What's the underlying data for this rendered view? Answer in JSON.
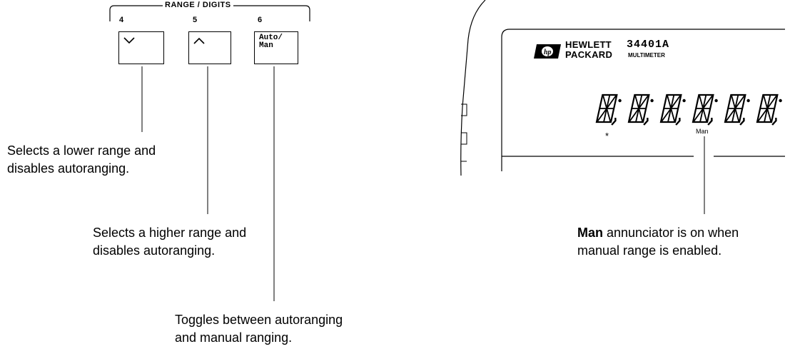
{
  "keypad": {
    "group_label": "RANGE / DIGITS",
    "keys": [
      {
        "number": "4",
        "icon": "chevron-down-icon"
      },
      {
        "number": "5",
        "icon": "chevron-up-icon"
      },
      {
        "number": "6",
        "label": "Auto/\nMan"
      }
    ]
  },
  "callouts": {
    "down": "Selects a lower range and\ndisables autoranging.",
    "up": "Selects a higher range and\ndisables autoranging.",
    "auto": "Toggles between autoranging\nand manual ranging.",
    "man_bold": "Man",
    "man_rest": " annunciator is on when\nmanual range is enabled."
  },
  "meter": {
    "brand_line1": "HEWLETT",
    "brand_line2": "PACKARD",
    "model": "34401A",
    "subtitle": "MULTIMETER",
    "logo_text": "hp",
    "digit_count": 6,
    "annunciators": {
      "star": "*",
      "man": "Man"
    }
  }
}
